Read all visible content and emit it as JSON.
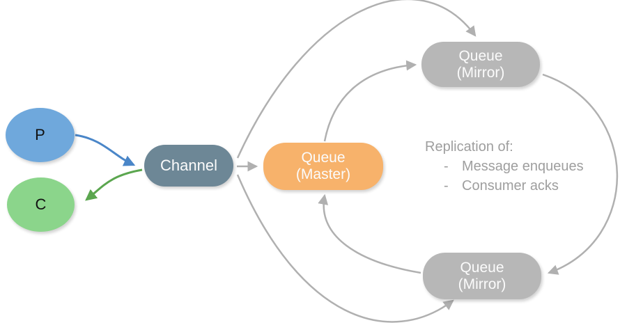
{
  "diagram": {
    "nodes": {
      "producer": {
        "label": "P",
        "color": "#6fa8dc"
      },
      "consumer": {
        "label": "C",
        "color": "#8bd58b"
      },
      "channel": {
        "label": "Channel",
        "color": "#6d8796"
      },
      "queue_master": {
        "line1": "Queue",
        "line2": "(Master)",
        "color": "#f7b26b"
      },
      "queue_mirror_top": {
        "line1": "Queue",
        "line2": "(Mirror)",
        "color": "#b7b7b7"
      },
      "queue_mirror_bottom": {
        "line1": "Queue",
        "line2": "(Mirror)",
        "color": "#b7b7b7"
      }
    },
    "annotation": {
      "title": "Replication of:",
      "bullet": "-",
      "items": [
        "Message enqueues",
        "Consumer acks"
      ],
      "text_color": "#9e9e9e"
    },
    "colors": {
      "arrow_gray": "#b0b0b0",
      "arrow_blue": "#4a86c8",
      "arrow_green": "#5ba64f"
    }
  }
}
